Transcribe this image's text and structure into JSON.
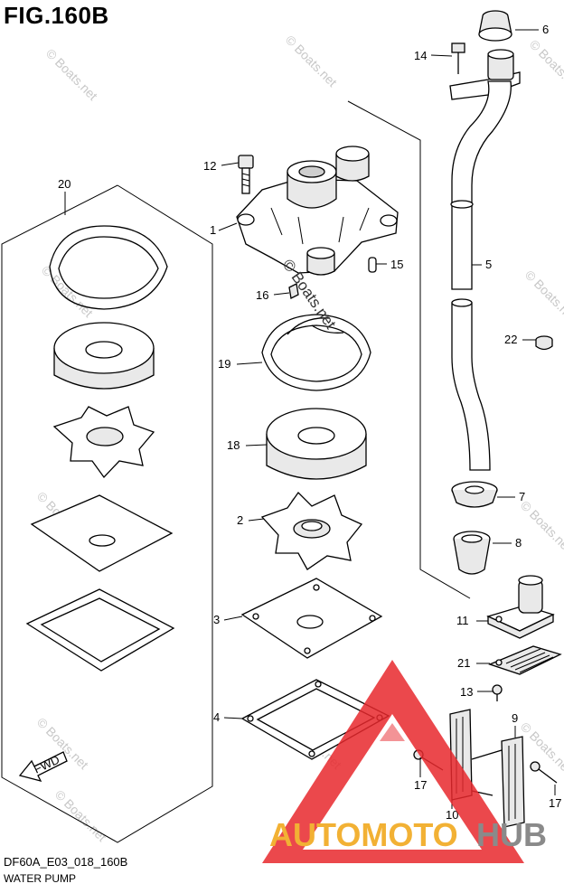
{
  "figure": {
    "title": "FIG.160B",
    "code": "DF60A_E03_018_160B",
    "subtitle": "WATER PUMP"
  },
  "callouts": [
    "1",
    "2",
    "3",
    "4",
    "5",
    "6",
    "7",
    "8",
    "9",
    "10",
    "11",
    "12",
    "13",
    "14",
    "15",
    "16",
    "17",
    "17",
    "18",
    "19",
    "20",
    "21",
    "22"
  ],
  "watermark": {
    "small_text": "© Boats.net",
    "main_text": "© Boats.net"
  },
  "logo": {
    "word_a": "AUTOMOTO",
    "word_b": "HUB",
    "color_a": "#f2b134",
    "color_b": "#8a8a8a",
    "triangle_color": "#e8282d"
  },
  "fwd_label": "FWD"
}
